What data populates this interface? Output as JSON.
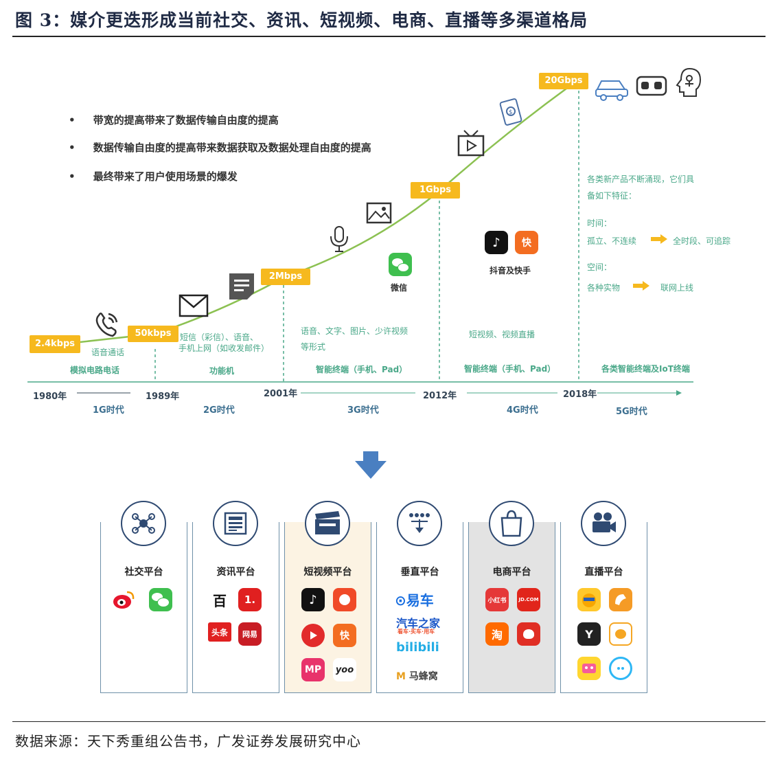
{
  "title": "图 3：媒介更迭形成当前社交、资讯、短视频、电商、直播等多渠道格局",
  "bullets": [
    "带宽的提高带来了数据传输自由度的提高",
    "数据传输自由度的提高带来数据获取及数据处理自由度的提高",
    "最终带来了用户使用场景的爆发"
  ],
  "speeds": {
    "s1": "2.4kbps",
    "s2": "50kbps",
    "s3": "2Mbps",
    "s4": "1Gbps",
    "s5": "20Gbps"
  },
  "annotations": {
    "voice": "语音通话",
    "g2_features": [
      "短信（彩信）、语音、",
      "手机上网（如收发邮件）"
    ],
    "g3_features": [
      "语音、文字、图片、少许视频",
      "等形式"
    ],
    "wechat": "微信",
    "douyin_kuaishou": "抖音及快手",
    "g4_features": "短视频、视频直播",
    "g5_intro": [
      "各类新产品不断涌现，它们具",
      "备如下特征："
    ],
    "time_label": "时间：",
    "time_from": "孤立、不连续",
    "time_to": "全时段、可追踪",
    "space_label": "空间：",
    "space_from": "各种实物",
    "space_to": "联网上线"
  },
  "devices": [
    "模拟电路电话",
    "功能机",
    "智能终端（手机、Pad）",
    "智能终端（手机、Pad）",
    "各类智能终端及IoT终端"
  ],
  "years": [
    "1980年",
    "1989年",
    "2001年",
    "2012年",
    "2018年"
  ],
  "generations": [
    "1G时代",
    "2G时代",
    "3G时代",
    "4G时代",
    "5G时代"
  ],
  "platforms": [
    {
      "title": "社交平台",
      "apps": [
        "微博",
        "微信"
      ]
    },
    {
      "title": "资讯平台",
      "apps": [
        "百度",
        "一点资讯",
        "头条",
        "网易"
      ]
    },
    {
      "title": "短视频平台",
      "apps": [
        "抖音",
        "快手",
        "西瓜",
        "快手极速",
        "MP",
        "yoo"
      ]
    },
    {
      "title": "垂直平台",
      "apps": [
        "易车",
        "汽车之家",
        "看车·买车·用车",
        "bilibili",
        "马蜂窝"
      ]
    },
    {
      "title": "电商平台",
      "apps": [
        "小红书",
        "JD.COM",
        "淘",
        "拼"
      ]
    },
    {
      "title": "直播平台",
      "apps": [
        "虎牙",
        "斗鱼",
        "YY",
        "花椒",
        "映客",
        "陌陌"
      ]
    }
  ],
  "app_icon_labels": {
    "douyin": "♪",
    "kuaishou": "快",
    "xhs": "小红书",
    "jd": "JD.COM",
    "taobao": "淘",
    "yoo": "yoo",
    "mp": "MP",
    "bai": "百",
    "yidian": "1.",
    "toutiao": "头条",
    "wangyi": "网易",
    "yy": "Y"
  },
  "source": "数据来源：天下秀重组公告书，广发证券发展研究中心",
  "colors": {
    "accent": "#f6b91e",
    "curve": "#8cc152",
    "teal": "#4aa889",
    "navy": "#2f4a72",
    "arrow": "#4a7fc1"
  }
}
